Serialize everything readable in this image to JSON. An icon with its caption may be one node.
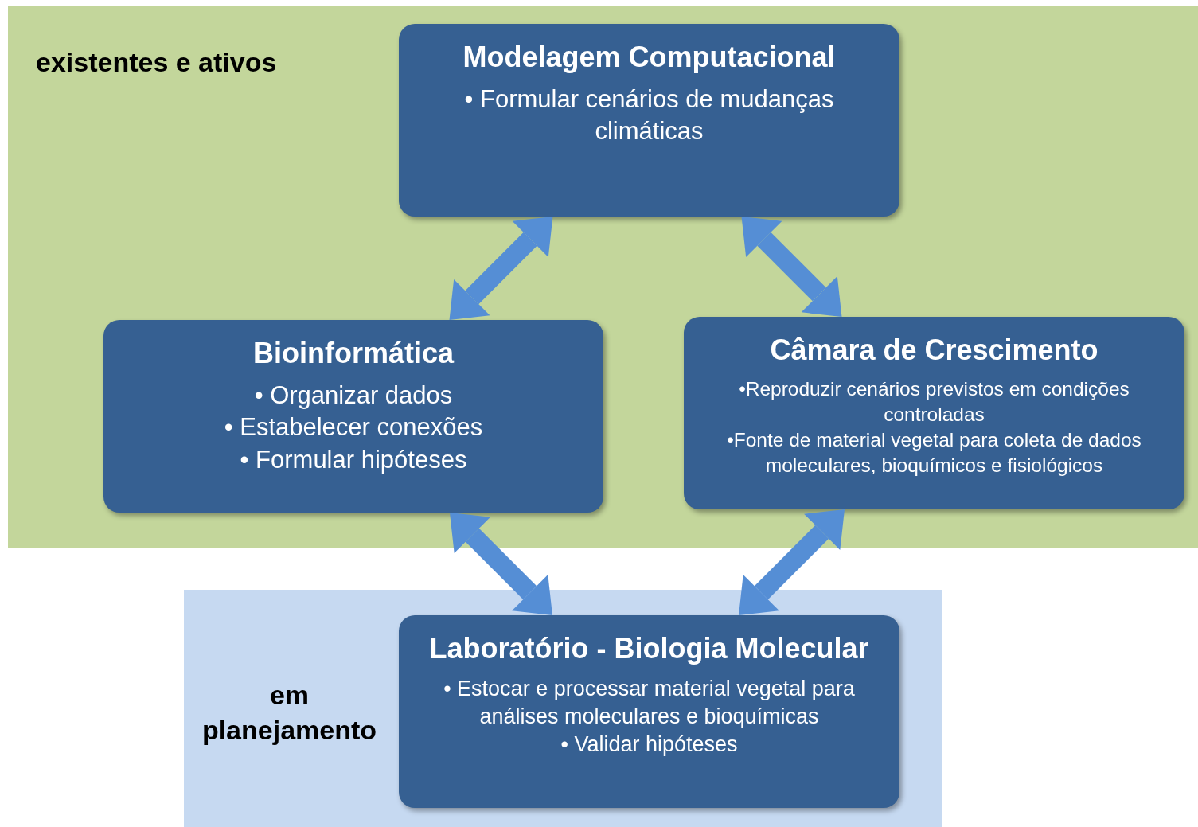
{
  "diagram": {
    "nodes": [
      {
        "text": [
          "existentes e ativos"
        ]
      },
      {
        "text": [
          "Modelagem Computacional",
          "• Formular cenários  de mudanças climáticas"
        ],
        "in": 0
      },
      {
        "text": [
          "Bioinformática",
          "• Organizar dados",
          "• Estabelecer conexões",
          "• Formular hipóteses"
        ],
        "in": 0
      },
      {
        "text": [
          "Câmara de Crescimento",
          "•Reproduzir cenários previstos em condições controladas",
          "•Fonte de material vegetal para coleta de dados moleculares, bioquímicos e fisiológicos"
        ],
        "in": 0
      },
      {
        "text": [
          "em planejamento"
        ]
      },
      {
        "text": [
          "Laboratório - Biologia Molecular",
          "• Estocar e processar material vegetal para análises moleculares e bioquímicas",
          "• Validar hipóteses"
        ],
        "in": 4
      }
    ],
    "edges": [
      {
        "from": 1,
        "to": 2,
        "arrow": "both"
      },
      {
        "from": 1,
        "to": 3,
        "arrow": "both"
      },
      {
        "from": 2,
        "to": 5,
        "arrow": "both"
      },
      {
        "from": 3,
        "to": 5,
        "arrow": "both"
      }
    ]
  }
}
